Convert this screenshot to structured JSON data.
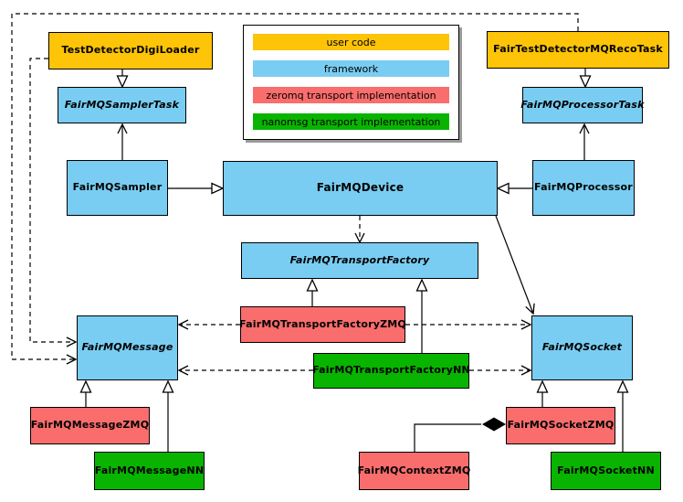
{
  "palette": {
    "user_code": "#fdc408",
    "framework": "#79cdf2",
    "zeromq": "#f96d6d",
    "nanomsg": "#09b400",
    "edge": "#000000",
    "background": "#ffffff",
    "legend_shadow": "#9a9a9a"
  },
  "legend": {
    "items": [
      {
        "label": "user code",
        "color": "#fdc408",
        "category": "user"
      },
      {
        "label": "framework",
        "color": "#79cdf2",
        "category": "framework"
      },
      {
        "label": "zeromq transport implementation",
        "color": "#f96d6d",
        "category": "zeromq"
      },
      {
        "label": "nanomsg transport implementation",
        "color": "#09b400",
        "category": "nanomsg"
      }
    ]
  },
  "nodes": {
    "digiLoader": {
      "label": "TestDetectorDigiLoader",
      "category": "user code",
      "abstract": false
    },
    "recoTask": {
      "label": "FairTestDetectorMQRecoTask",
      "category": "user code",
      "abstract": false
    },
    "samplerTask": {
      "label": "FairMQSamplerTask",
      "category": "framework",
      "abstract": true
    },
    "processorTask": {
      "label": "FairMQProcessorTask",
      "category": "framework",
      "abstract": true
    },
    "sampler": {
      "label": "FairMQSampler",
      "category": "framework",
      "abstract": false
    },
    "device": {
      "label": "FairMQDevice",
      "category": "framework",
      "abstract": false
    },
    "processor": {
      "label": "FairMQProcessor",
      "category": "framework",
      "abstract": false
    },
    "transportFactory": {
      "label": "FairMQTransportFactory",
      "category": "framework",
      "abstract": true
    },
    "transportFactoryZMQ": {
      "label": "FairMQTransportFactoryZMQ",
      "category": "zeromq",
      "abstract": false
    },
    "transportFactoryNN": {
      "label": "FairMQTransportFactoryNN",
      "category": "nanomsg",
      "abstract": false
    },
    "message": {
      "label": "FairMQMessage",
      "category": "framework",
      "abstract": true
    },
    "socket": {
      "label": "FairMQSocket",
      "category": "framework",
      "abstract": true
    },
    "messageZMQ": {
      "label": "FairMQMessageZMQ",
      "category": "zeromq",
      "abstract": false
    },
    "messageNN": {
      "label": "FairMQMessageNN",
      "category": "nanomsg",
      "abstract": false
    },
    "socketZMQ": {
      "label": "FairMQSocketZMQ",
      "category": "zeromq",
      "abstract": false
    },
    "contextZMQ": {
      "label": "FairMQContextZMQ",
      "category": "zeromq",
      "abstract": false
    },
    "socketNN": {
      "label": "FairMQSocketNN",
      "category": "nanomsg",
      "abstract": false
    }
  },
  "edges": [
    {
      "from": "TestDetectorDigiLoader",
      "to": "FairMQSamplerTask",
      "type": "inheritance"
    },
    {
      "from": "FairTestDetectorMQRecoTask",
      "to": "FairMQProcessorTask",
      "type": "inheritance"
    },
    {
      "from": "FairMQSampler",
      "to": "FairMQSamplerTask",
      "type": "association"
    },
    {
      "from": "FairMQProcessor",
      "to": "FairMQProcessorTask",
      "type": "association"
    },
    {
      "from": "FairMQSampler",
      "to": "FairMQDevice",
      "type": "inheritance"
    },
    {
      "from": "FairMQProcessor",
      "to": "FairMQDevice",
      "type": "inheritance"
    },
    {
      "from": "FairMQDevice",
      "to": "FairMQTransportFactory",
      "type": "dependency"
    },
    {
      "from": "FairMQDevice",
      "to": "FairMQSocket",
      "type": "association"
    },
    {
      "from": "FairMQTransportFactoryZMQ",
      "to": "FairMQTransportFactory",
      "type": "inheritance"
    },
    {
      "from": "FairMQTransportFactoryNN",
      "to": "FairMQTransportFactory",
      "type": "inheritance"
    },
    {
      "from": "FairMQTransportFactoryZMQ",
      "to": "FairMQMessage",
      "type": "dependency"
    },
    {
      "from": "FairMQTransportFactoryZMQ",
      "to": "FairMQSocket",
      "type": "dependency"
    },
    {
      "from": "FairMQTransportFactoryNN",
      "to": "FairMQMessage",
      "type": "dependency"
    },
    {
      "from": "FairMQTransportFactoryNN",
      "to": "FairMQSocket",
      "type": "dependency"
    },
    {
      "from": "TestDetectorDigiLoader",
      "to": "FairMQMessage",
      "type": "dependency"
    },
    {
      "from": "FairTestDetectorMQRecoTask",
      "to": "FairMQMessage",
      "type": "dependency"
    },
    {
      "from": "FairMQMessageZMQ",
      "to": "FairMQMessage",
      "type": "inheritance"
    },
    {
      "from": "FairMQMessageNN",
      "to": "FairMQMessage",
      "type": "inheritance"
    },
    {
      "from": "FairMQSocketZMQ",
      "to": "FairMQSocket",
      "type": "inheritance"
    },
    {
      "from": "FairMQSocketNN",
      "to": "FairMQSocket",
      "type": "inheritance"
    },
    {
      "from": "FairMQSocketZMQ",
      "to": "FairMQContextZMQ",
      "type": "composition"
    }
  ]
}
